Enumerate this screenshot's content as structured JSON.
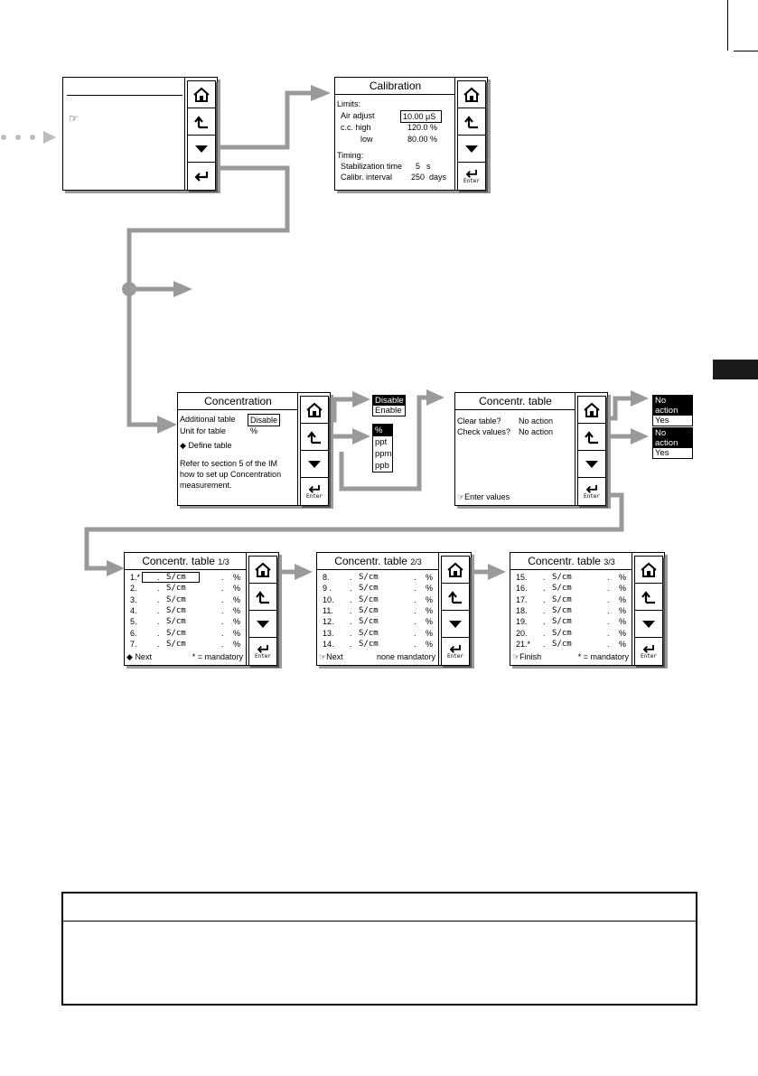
{
  "calibration": {
    "title": "Calibration",
    "limits_label": "Limits:",
    "air_adjust_label": "Air adjust",
    "air_adjust_value": "10.00",
    "air_adjust_unit": "μS",
    "cc_high_label": "c.c. high",
    "cc_high_value": "120.0 %",
    "low_label": "low",
    "low_value": "80.00 %",
    "timing_label": "Timing:",
    "stab_label": "Stabilization time",
    "stab_value": "5",
    "stab_unit": "s",
    "interval_label": "Calibr. interval",
    "interval_value": "250",
    "interval_unit": "days"
  },
  "concentration": {
    "title": "Concentration",
    "additional_table_label": "Additional table",
    "additional_table_value": "Disable",
    "unit_label": "Unit for table",
    "unit_value": "%",
    "define_table": "Define table",
    "refer_line1": "Refer to section 5 of the IM",
    "refer_line2": "how to set up Concentration",
    "refer_line3": "measurement."
  },
  "disable_options": [
    "Disable",
    "Enable"
  ],
  "unit_options": [
    "%",
    "ppt",
    "ppm",
    "ppb"
  ],
  "concentr_table": {
    "title": "Concentr. table",
    "clear_label": "Clear table?",
    "clear_value": "No action",
    "check_label": "Check values?",
    "check_value": "No action",
    "enter_values": "Enter values"
  },
  "action_options_1": [
    "No action",
    "Yes"
  ],
  "action_options_2": [
    "No action",
    "Yes"
  ],
  "enter_label": "Enter",
  "tables": [
    {
      "title": "Concentr. table",
      "page": "1/3",
      "rows": [
        {
          "n": "1.*",
          "dot1": ".",
          "unit": "S/cm",
          "dot2": ".",
          "pct": "%"
        },
        {
          "n": "2.",
          "dot1": ".",
          "unit": "S/cm",
          "dot2": ".",
          "pct": "%"
        },
        {
          "n": "3.",
          "dot1": ".",
          "unit": "S/cm",
          "dot2": ".",
          "pct": "%"
        },
        {
          "n": "4.",
          "dot1": ".",
          "unit": "S/cm",
          "dot2": ".",
          "pct": "%"
        },
        {
          "n": "5.",
          "dot1": ".",
          "unit": "S/cm",
          "dot2": ".",
          "pct": "%"
        },
        {
          "n": "6.",
          "dot1": ".",
          "unit": "S/cm",
          "dot2": ".",
          "pct": "%"
        },
        {
          "n": "7.",
          "dot1": ".",
          "unit": "S/cm",
          "dot2": ".",
          "pct": "%"
        }
      ],
      "footer_left": "Next",
      "footer_right": "* = mandatory"
    },
    {
      "title": "Concentr. table",
      "page": "2/3",
      "rows": [
        {
          "n": "8.",
          "dot1": ".",
          "unit": "S/cm",
          "dot2": ".",
          "pct": "%"
        },
        {
          "n": "9 .",
          "dot1": ".",
          "unit": "S/cm",
          "dot2": ".",
          "pct": "%"
        },
        {
          "n": "10.",
          "dot1": ".",
          "unit": "S/cm",
          "dot2": ".",
          "pct": "%"
        },
        {
          "n": "11.",
          "dot1": ".",
          "unit": "S/cm",
          "dot2": ".",
          "pct": "%"
        },
        {
          "n": "12.",
          "dot1": ".",
          "unit": "S/cm",
          "dot2": ".",
          "pct": "%"
        },
        {
          "n": "13.",
          "dot1": ".",
          "unit": "S/cm",
          "dot2": ".",
          "pct": "%"
        },
        {
          "n": "14.",
          "dot1": ".",
          "unit": "S/cm",
          "dot2": ".",
          "pct": "%"
        }
      ],
      "footer_left": "Next",
      "footer_right": "none mandatory"
    },
    {
      "title": "Concentr. table",
      "page": "3/3",
      "rows": [
        {
          "n": "15.",
          "dot1": ".",
          "unit": "S/cm",
          "dot2": ".",
          "pct": "%"
        },
        {
          "n": "16.",
          "dot1": ".",
          "unit": "S/cm",
          "dot2": ".",
          "pct": "%"
        },
        {
          "n": "17.",
          "dot1": ".",
          "unit": "S/cm",
          "dot2": ".",
          "pct": "%"
        },
        {
          "n": "18.",
          "dot1": ".",
          "unit": "S/cm",
          "dot2": ".",
          "pct": "%"
        },
        {
          "n": "19.",
          "dot1": ".",
          "unit": "S/cm",
          "dot2": ".",
          "pct": "%"
        },
        {
          "n": "20.",
          "dot1": ".",
          "unit": "S/cm",
          "dot2": ".",
          "pct": "%"
        },
        {
          "n": "21.*",
          "dot1": ".",
          "unit": "S/cm",
          "dot2": ".",
          "pct": "%"
        }
      ],
      "footer_left": "Finish",
      "footer_right": "* = mandatory"
    }
  ]
}
